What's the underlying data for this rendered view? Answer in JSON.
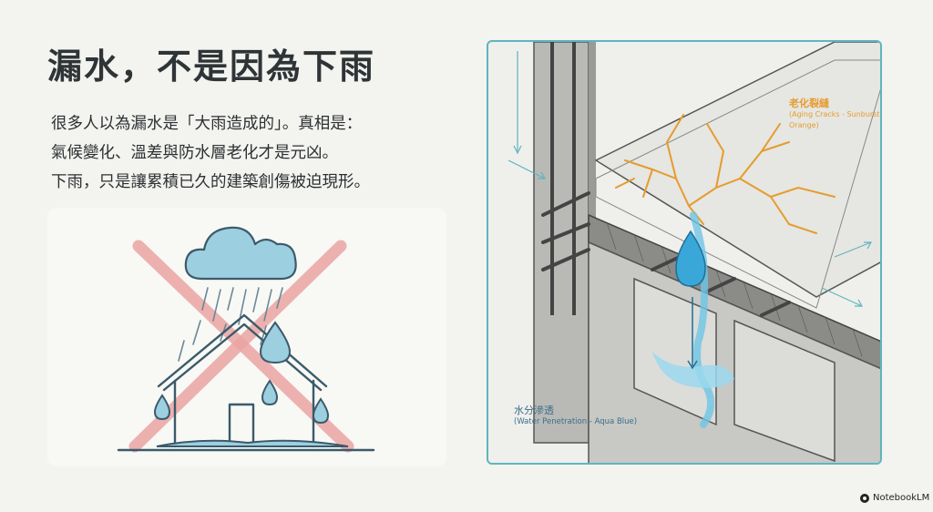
{
  "title": "漏水，不是因為下雨",
  "body_lines": [
    "很多人以為漏水是「大雨造成的」。真相是：",
    "氣候變化、溫差與防水層老化才是元凶。",
    "下雨，只是讓累積已久的建築創傷被迫現形。"
  ],
  "callouts": {
    "crack_zh": "老化裂縫",
    "crack_en_1": "(Aging Cracks - Sunburst",
    "crack_en_2": "Orange)",
    "water_zh": "水分滲透",
    "water_en": "(Water Penetration - Aqua Blue)"
  },
  "brand": "NotebookLM",
  "colors": {
    "background": "#f3f3ef",
    "frame_teal": "#5fb5be",
    "crack_orange": "#e59c2e",
    "water_blue": "#3aa7d9",
    "cross_red": "#eba5a2",
    "cloud_blue": "#9ccfe0"
  },
  "icons": [
    "rain-cloud-icon",
    "house-icon",
    "cross-mark-icon",
    "water-drop-icon",
    "notebooklm-logo-icon"
  ]
}
